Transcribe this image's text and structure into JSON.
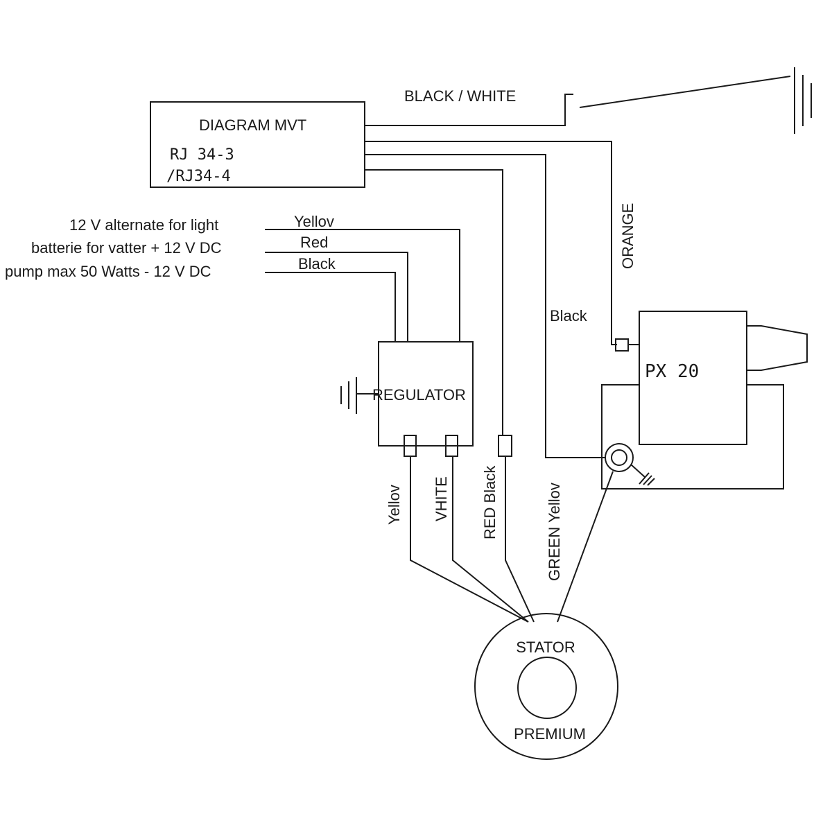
{
  "mvt": {
    "title": "DIAGRAM MVT",
    "line1": "RJ 34-3",
    "line2": "/RJ34-4"
  },
  "switch_label": "BLACK / WHITE",
  "outputs": {
    "light": {
      "description": "12 V alternate for light",
      "wire": "Yellov"
    },
    "battery": {
      "description": "batterie for vatter  + 12 V DC",
      "wire": "Red"
    },
    "pump": {
      "description": "pump  max 50 Watts - 12 V DC",
      "wire": "Black"
    }
  },
  "regulator": {
    "label": "REGULATOR"
  },
  "ignition": {
    "label": "PX  20"
  },
  "wires": {
    "orange": "ORANGE",
    "black": "Black",
    "yellow": "Yellov",
    "white": "VHITE",
    "red_black": "RED  Black",
    "green_yellow": "GREEN Yellov"
  },
  "stator": {
    "top_label": "STATOR",
    "bottom_label": "PREMIUM"
  }
}
